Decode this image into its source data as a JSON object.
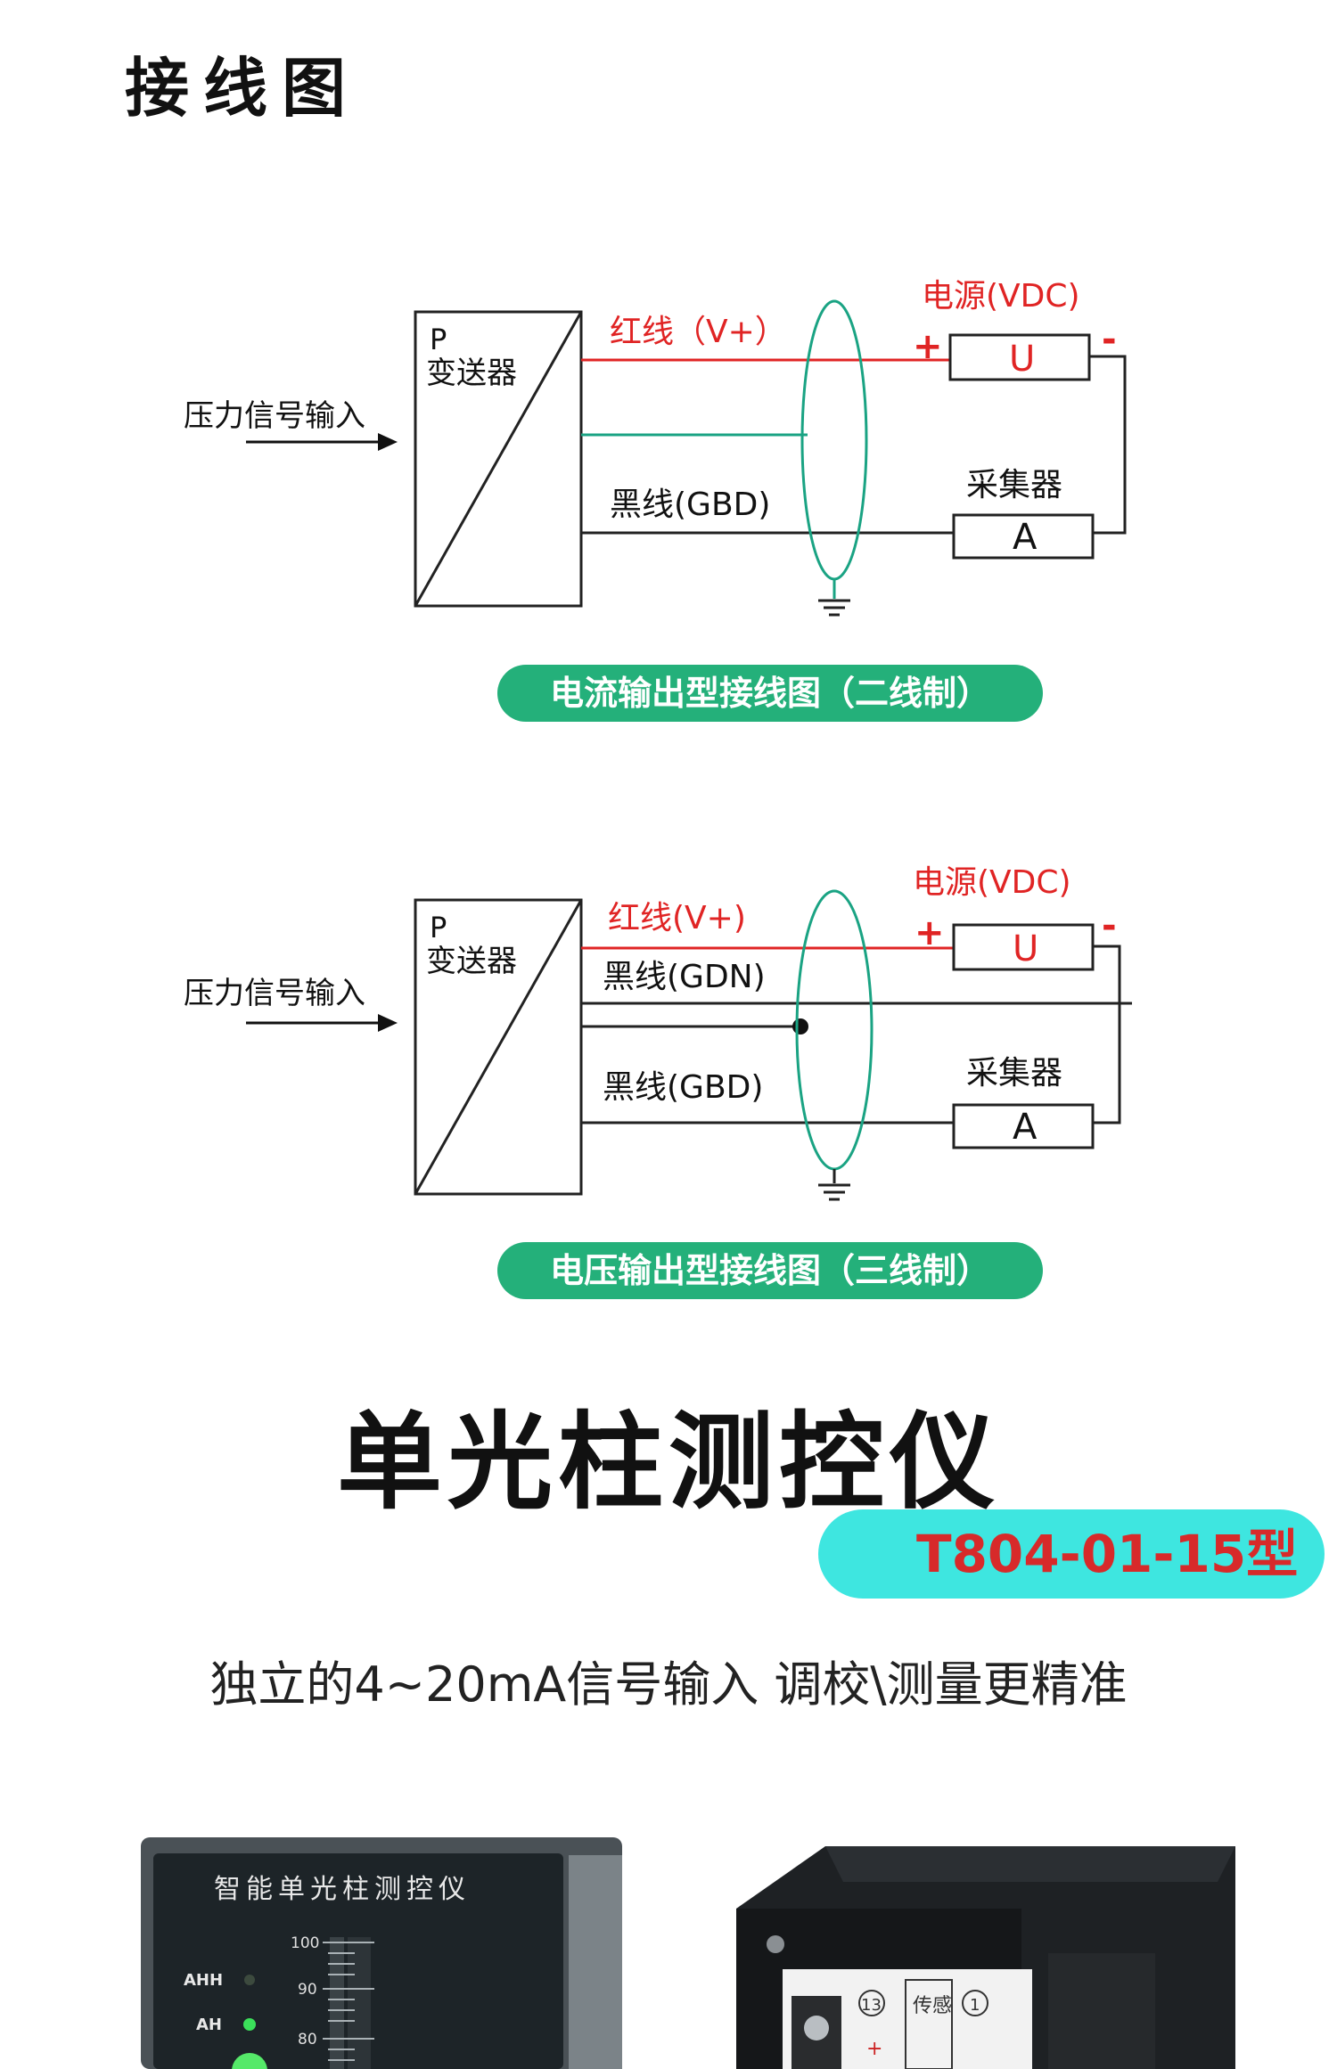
{
  "page_title": "接线图",
  "diagram1": {
    "transmitter_p": "P",
    "transmitter_label": "变送器",
    "input_label": "压力信号输入",
    "red_wire": "红线（V+）",
    "black_wire": "黑线(GBD)",
    "power_label": "电源(VDC)",
    "plus": "+",
    "minus": "-",
    "u_label": "U",
    "collector_label": "采集器",
    "a_label": "A",
    "caption": "电流输出型接线图（二线制）"
  },
  "diagram2": {
    "transmitter_p": "P",
    "transmitter_label": "变送器",
    "input_label": "压力信号输入",
    "red_wire": "红线(V+)",
    "black_wire_gdn": "黑线(GDN)",
    "black_wire_gbd": "黑线(GBD)",
    "power_label": "电源(VDC)",
    "plus": "+",
    "minus": "-",
    "u_label": "U",
    "collector_label": "采集器",
    "a_label": "A",
    "caption": "电压输出型接线图（三线制）"
  },
  "product": {
    "title": "单光柱测控仪",
    "model": "T804-01-15型",
    "tagline": "独立的4~20mA信号输入  调校\\测量更精准"
  },
  "device_front": {
    "panel_title": "智能单光柱测控仪",
    "scale_100": "100",
    "scale_90": "90",
    "scale_80": "80",
    "ahh": "AHH",
    "ah": "AH"
  },
  "device_back": {
    "terminal_13": "13",
    "terminal_1": "1",
    "terminal_plus": "+",
    "label_fragment": "传感"
  },
  "colors": {
    "red_wire": "#e02424",
    "shield_green": "#1aa383",
    "caption_pill": "#24b07a",
    "model_pill": "#3ee6e0",
    "model_text": "#d72a2a"
  }
}
